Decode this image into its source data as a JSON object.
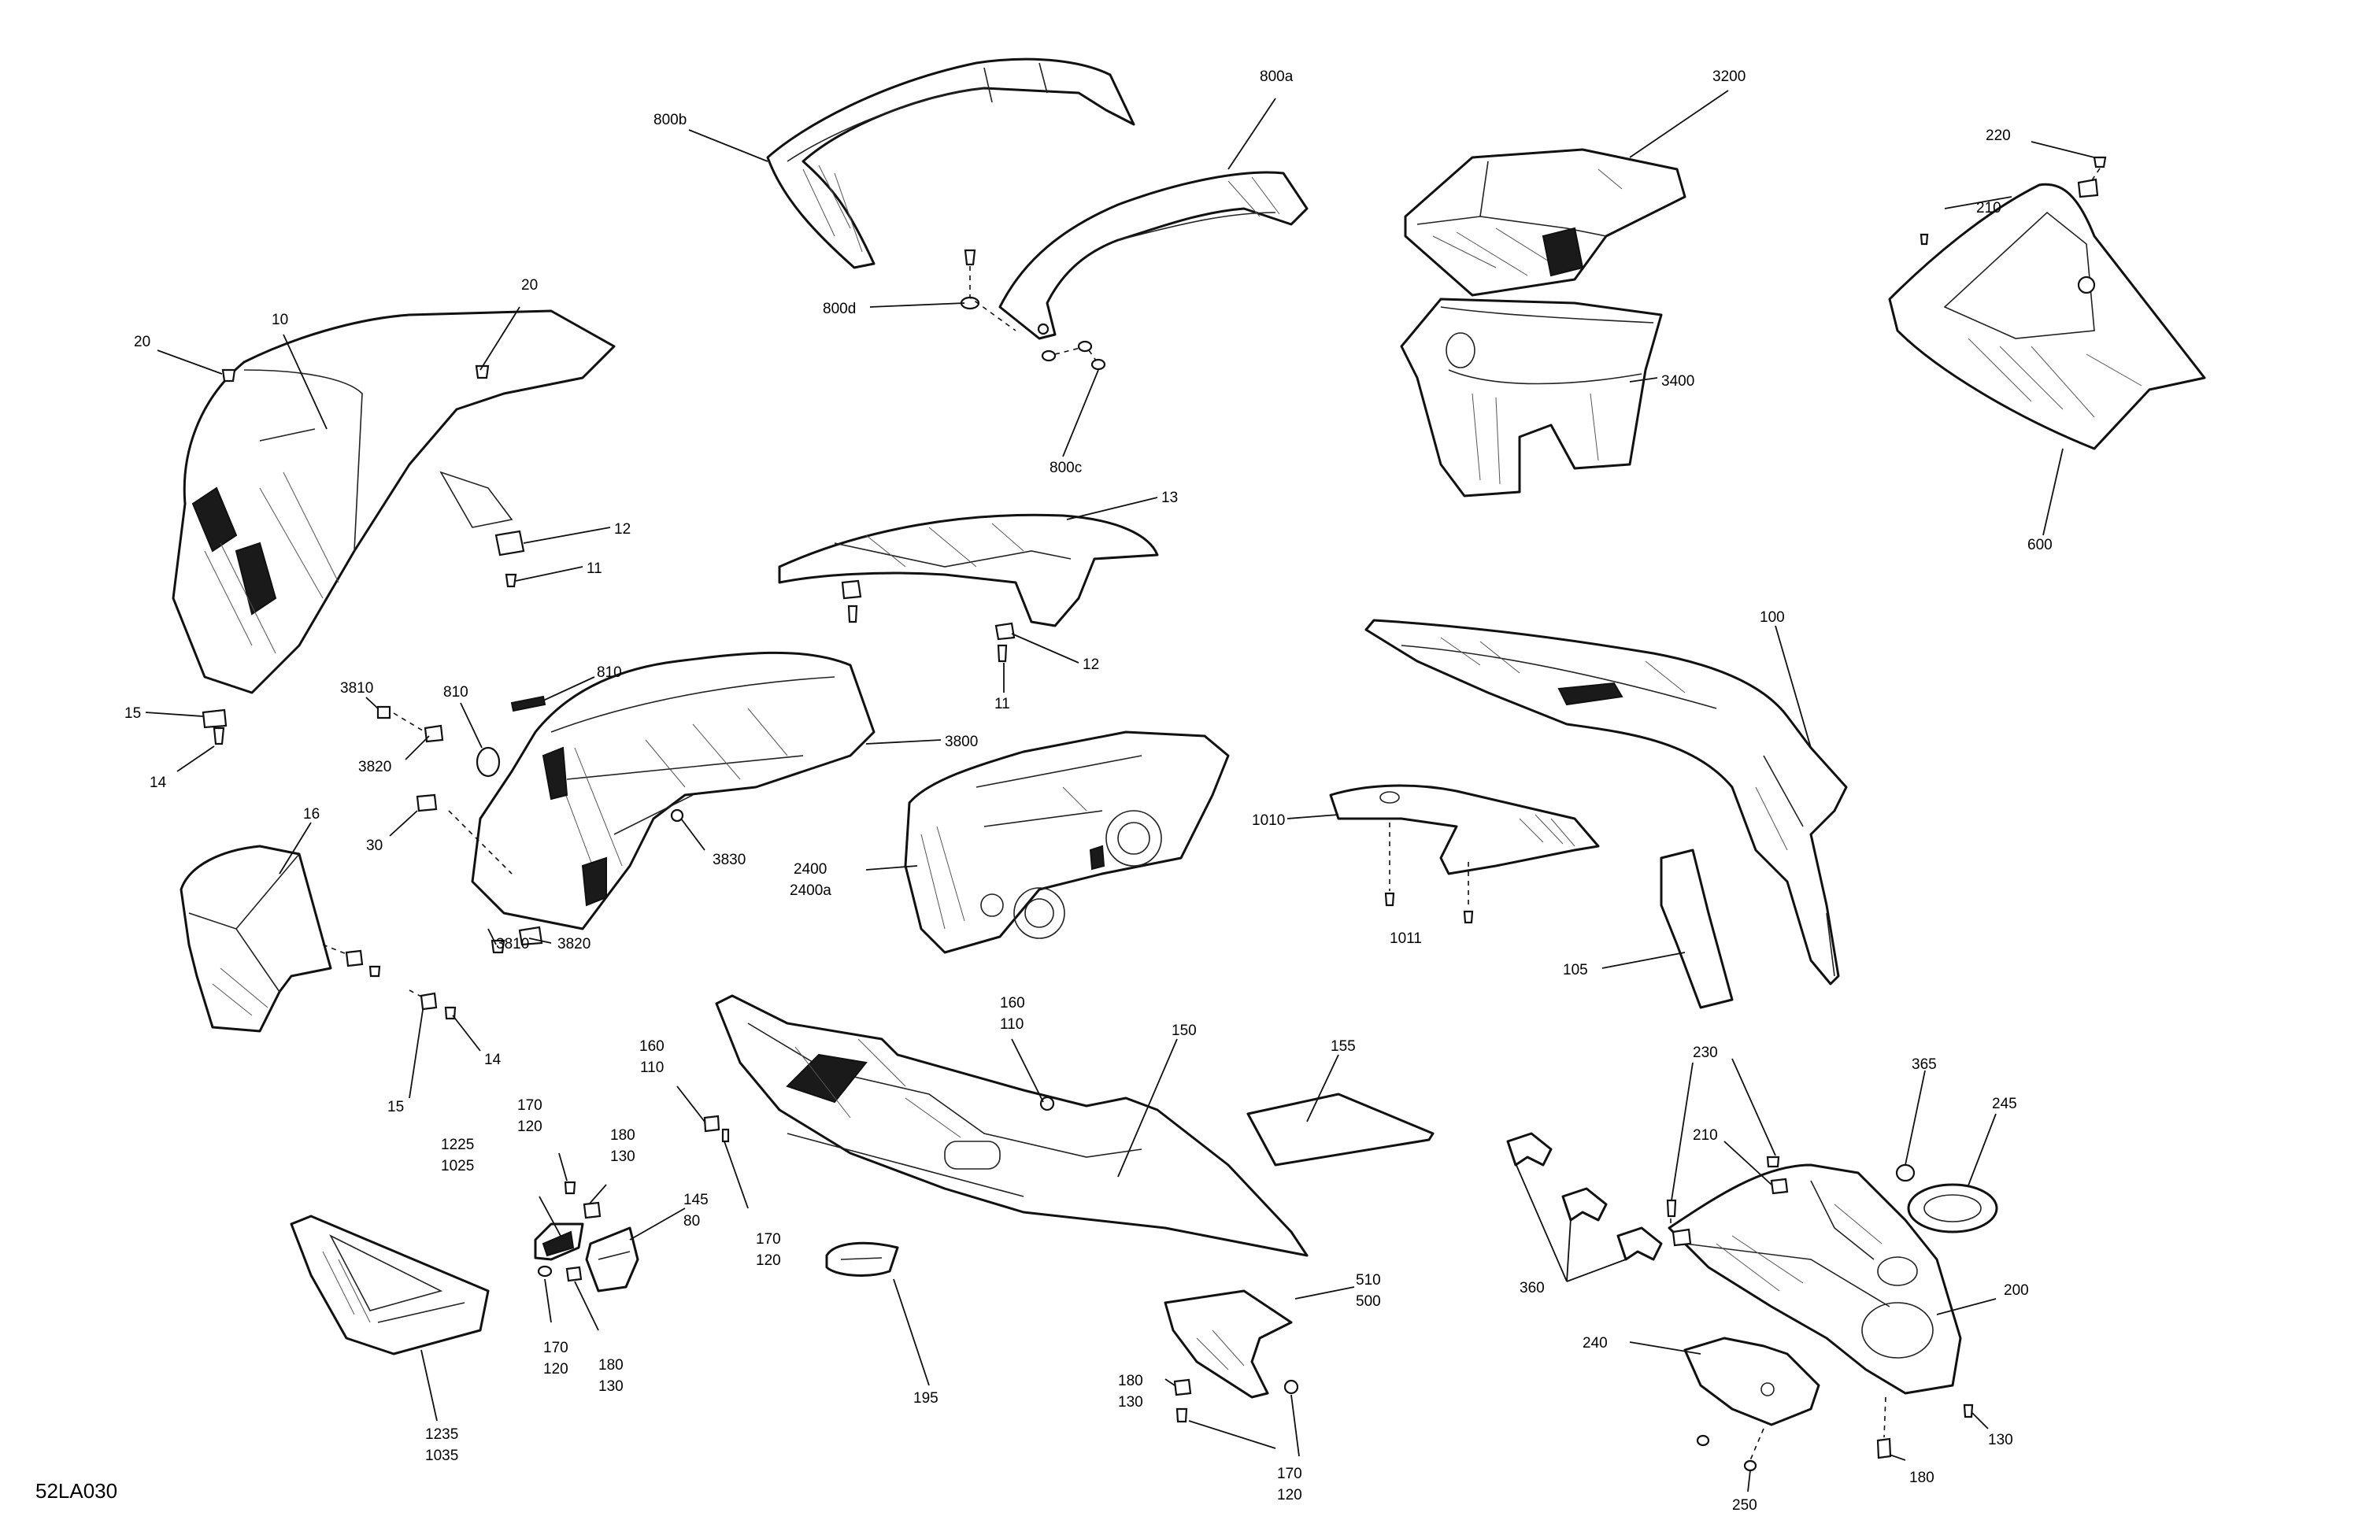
{
  "drawing_ref": "52LA030",
  "labels": {
    "l800b": "800b",
    "l800a": "800a",
    "l800d": "800d",
    "l800c": "800c",
    "l3200": "3200",
    "l3400": "3400",
    "l220": "220",
    "l210a": "210",
    "l600": "600",
    "l20a": "20",
    "l20b": "20",
    "l10": "10",
    "l12a": "12",
    "l11a": "11",
    "l13": "13",
    "l12b": "12",
    "l11b": "11",
    "l15a": "15",
    "l14a": "14",
    "l3810a": "3810",
    "l810a": "810",
    "l810b": "810",
    "l3820a": "3820",
    "l3800": "3800",
    "l30": "30",
    "l3830": "3830",
    "l3810b": "3810",
    "l3820b": "3820",
    "l2400": "2400",
    "l2400a": "2400a",
    "l100": "100",
    "l1010": "1010",
    "l1011": "1011",
    "l105": "105",
    "l16": "16",
    "l14b": "14",
    "l15b": "15",
    "l160a": "160",
    "l110a": "110",
    "l160b": "160",
    "l110b": "110",
    "l150": "150",
    "l155": "155",
    "l170a": "170",
    "l120a": "120",
    "l180a": "180",
    "l130a": "130",
    "l1225": "1225",
    "l1025": "1025",
    "l145": "145",
    "l80": "80",
    "l170b": "170",
    "l120b": "120",
    "l170c": "170",
    "l120c": "120",
    "l180b": "180",
    "l130b": "130",
    "l195": "195",
    "l1235": "1235",
    "l1035": "1035",
    "l510": "510",
    "l500": "500",
    "l180c": "180",
    "l130c": "130",
    "l170d": "170",
    "l120d": "120",
    "l230": "230",
    "l210b": "210",
    "l365": "365",
    "l245": "245",
    "l360": "360",
    "l200": "200",
    "l240": "240",
    "l130d": "130",
    "l180d": "180",
    "l250": "250"
  }
}
